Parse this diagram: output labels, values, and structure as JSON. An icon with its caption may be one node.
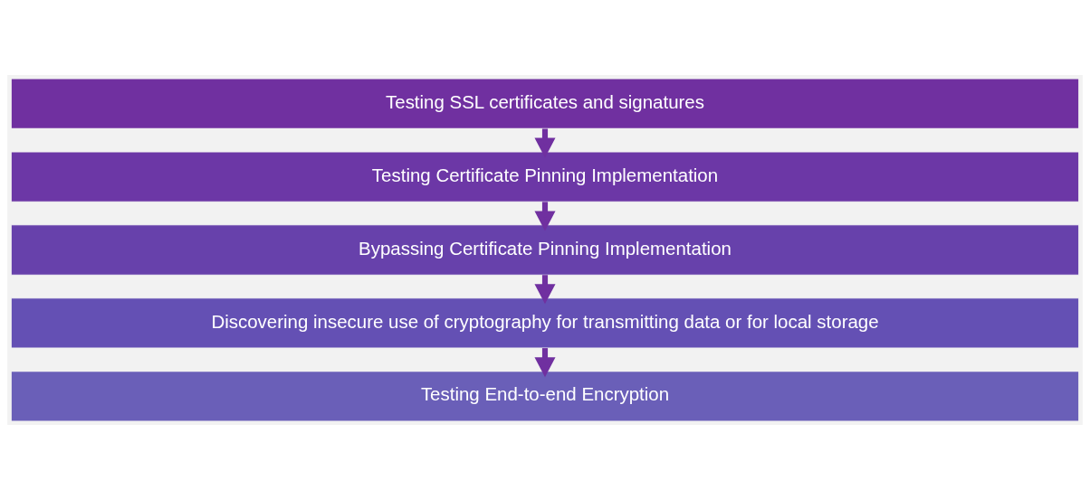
{
  "diagram": {
    "nodes": [
      {
        "text": [
          "Testing SSL certificates and signatures"
        ]
      },
      {
        "text": [
          "Testing Certificate Pinning Implementation"
        ]
      },
      {
        "text": [
          "Bypassing Certificate Pinning Implementation"
        ]
      },
      {
        "text": [
          "Discovering insecure use of cryptography for transmitting data or for local storage"
        ]
      },
      {
        "text": [
          "Testing End-to-end Encryption"
        ]
      }
    ],
    "edges": [
      {
        "from": 0,
        "to": 1,
        "arrow": "to"
      },
      {
        "from": 1,
        "to": 2,
        "arrow": "to"
      },
      {
        "from": 2,
        "to": 3,
        "arrow": "to"
      },
      {
        "from": 3,
        "to": 4,
        "arrow": "to"
      }
    ]
  }
}
